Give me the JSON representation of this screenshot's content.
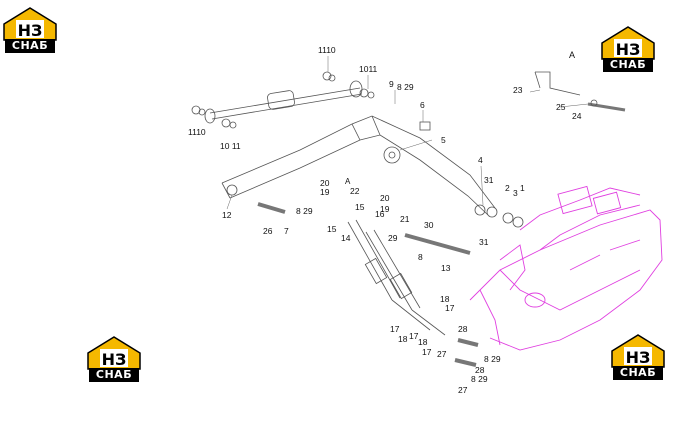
{
  "brand": {
    "logo_mark": "НЗ",
    "logo_text": "СНАБ",
    "accent_color": "#f5b800",
    "frame_color": "#000000"
  },
  "diagram": {
    "line_color": "#555555",
    "frame_highlight_color": "#e040e0",
    "view_label": "A",
    "view_label_2": "A",
    "callouts": {
      "c1110": "1110",
      "c1011": "1011",
      "c9": "9",
      "c829a": "8 29",
      "c1110b": "1110",
      "c1011b": "10 11",
      "c6": "6",
      "c5": "5",
      "c4": "4",
      "c31a": "31",
      "c2": "2",
      "c3": "3",
      "c1": "1",
      "c23": "23",
      "c25": "25",
      "c24": "24",
      "c20a": "20",
      "c19a": "19",
      "c22": "22",
      "c20b": "20",
      "c19b": "19",
      "c15a": "15",
      "c16": "16",
      "c21": "21",
      "c30": "30",
      "c29": "29",
      "c31b": "31",
      "c8a": "8",
      "c13": "13",
      "c15b": "15",
      "c14": "14",
      "c12": "12",
      "c26": "26",
      "c7": "7",
      "c829b": "8 29",
      "c18a": "18",
      "c17a": "17",
      "c17b": "17",
      "c18b": "18",
      "c17c": "17",
      "c18c": "18",
      "c17d": "17",
      "c28a": "28",
      "c829c": "8 29",
      "c27a": "27",
      "c28b": "28",
      "c829d": "8 29",
      "c27b": "27"
    }
  }
}
